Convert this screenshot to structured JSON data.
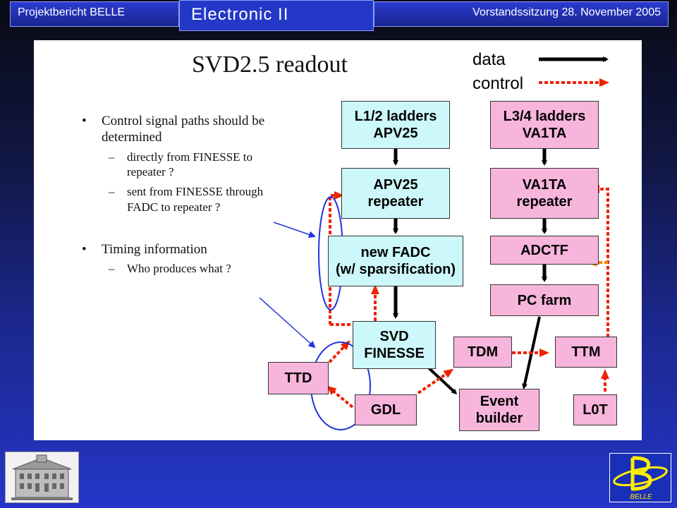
{
  "header": {
    "left": "Projektbericht BELLE",
    "center": "Electronic  II",
    "right": "Vorstandssitzung 28. November 2005"
  },
  "slide": {
    "title": "SVD2.5 readout",
    "bullets": [
      {
        "text_line1": "Control signal paths should be",
        "text_line2": "determined",
        "subs": [
          {
            "line1": "directly from FINESSE to",
            "line2": "repeater ?"
          },
          {
            "line1": "sent from FINESSE through",
            "line2": "FADC to repeater ?"
          }
        ]
      },
      {
        "text_line1": "Timing information",
        "subs": [
          {
            "line1": "Who produces what ?"
          }
        ]
      }
    ],
    "bullet_glyph": "•",
    "dash_glyph": "–",
    "legend": {
      "data": "data",
      "control": "control"
    }
  },
  "diagram": {
    "colors": {
      "cyan": "#cdf8fb",
      "pink": "#f7b5dc",
      "data_arrow": "#000000",
      "control_arrow": "#ee2200",
      "orange_arrow": "#ff8000",
      "circle": "#2233dd"
    },
    "boxes": {
      "l12": {
        "line1": "L1/2 ladders",
        "line2": "APV25"
      },
      "l34": {
        "line1": "L3/4 ladders",
        "line2": "VA1TA"
      },
      "apv_rep": {
        "line1": "APV25",
        "line2": "repeater"
      },
      "va_rep": {
        "line1": "VA1TA",
        "line2": "repeater"
      },
      "fadc": {
        "line1": "new FADC",
        "line2": "(w/ sparsification)"
      },
      "adctf": {
        "line1": "ADCTF"
      },
      "pcfarm": {
        "line1": "PC farm"
      },
      "finesse": {
        "line1": "SVD",
        "line2": "FINESSE"
      },
      "tdm": {
        "line1": "TDM"
      },
      "ttm": {
        "line1": "TTM"
      },
      "ttd": {
        "line1": "TTD"
      },
      "gdl": {
        "line1": "GDL"
      },
      "evb": {
        "line1": "Event",
        "line2": "builder"
      },
      "l0t": {
        "line1": "L0T"
      }
    }
  },
  "logos": {
    "left": "building-logo",
    "right": "belle-logo",
    "right_text": "BELLE"
  }
}
